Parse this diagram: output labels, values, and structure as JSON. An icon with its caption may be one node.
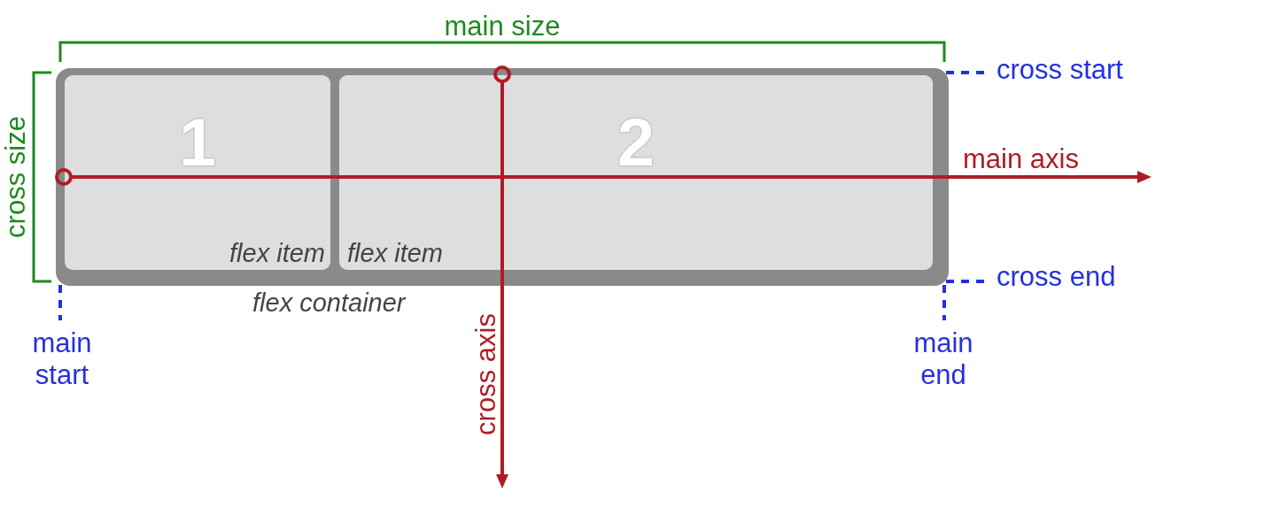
{
  "diagram": {
    "nodes": [
      {
        "text": [
          "flex container"
        ]
      },
      {
        "text": [
          "1",
          "flex item"
        ],
        "in": 0
      },
      {
        "text": [
          "2",
          "flex item"
        ],
        "in": 0
      }
    ],
    "labels": [
      "main size",
      "cross start",
      "cross size",
      "main axis",
      "cross end",
      "main start",
      "cross axis",
      "main end"
    ]
  }
}
